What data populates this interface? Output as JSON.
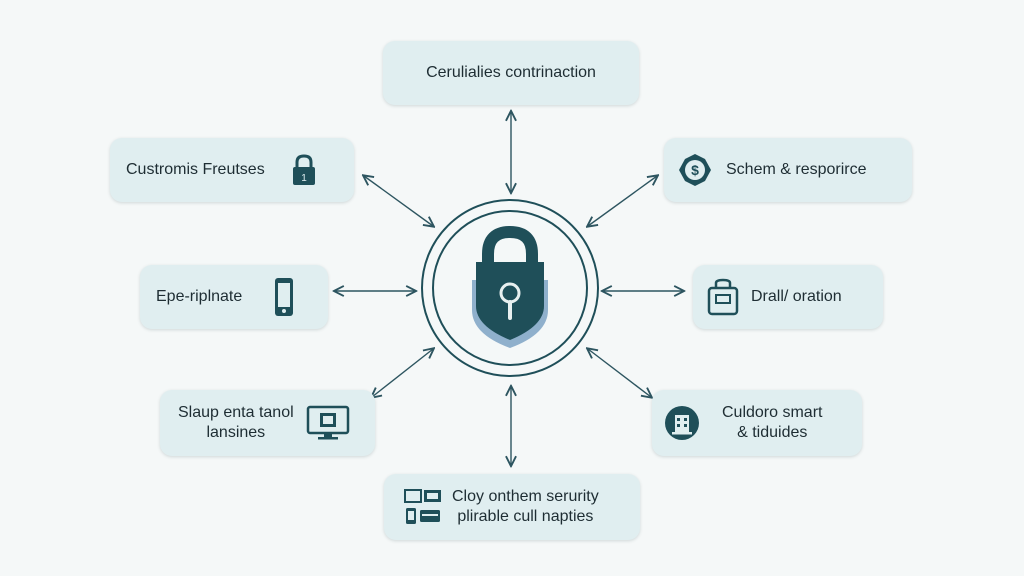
{
  "diagram": {
    "hub": {
      "icon": "padlock-icon"
    },
    "nodes": {
      "top": {
        "lines": [
          "Cerulialies contrinaction"
        ]
      },
      "tl": {
        "lines": [
          "Custromis Freutses"
        ],
        "icon": "padlock-icon"
      },
      "tr": {
        "lines": [
          "Schem & resporirce"
        ],
        "icon": "dollar-badge-icon"
      },
      "ml": {
        "lines": [
          "Epe-riplnate"
        ],
        "icon": "smartphone-icon"
      },
      "mr": {
        "lines": [
          "Drall/ oration"
        ],
        "icon": "briefcase-icon"
      },
      "bl": {
        "lines": [
          "Slaup enta tanol",
          "lansines"
        ],
        "icon": "monitor-icon"
      },
      "br": {
        "lines": [
          "Culdoro smart",
          "& tiduides"
        ],
        "icon": "building-badge-icon"
      },
      "bottom": {
        "lines": [
          "Cloy onthem serurity",
          "plirable cull napties"
        ],
        "icons": [
          "laptop-icon",
          "phone-icon",
          "card-icon"
        ]
      }
    }
  },
  "colors": {
    "node_fill": "#e0eef0",
    "accent": "#1f4f59",
    "shield": "#8fb0cc",
    "text": "#1e2d33"
  }
}
